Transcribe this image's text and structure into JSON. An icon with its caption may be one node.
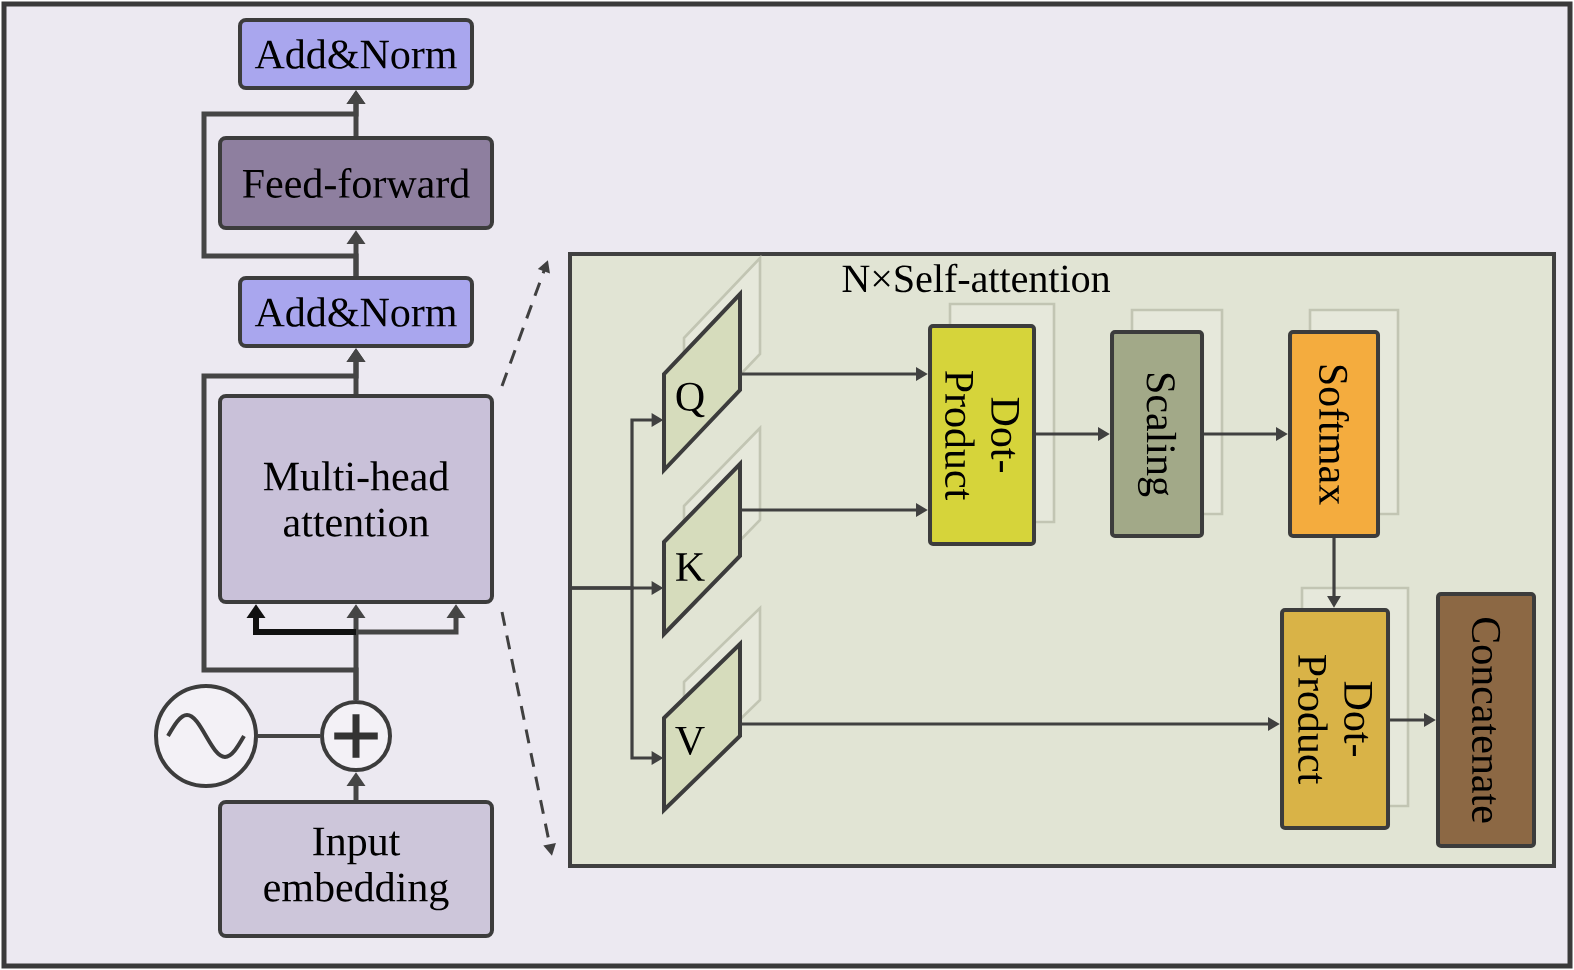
{
  "diagram": {
    "nodes": [
      {
        "text": [
          "Add&Norm"
        ]
      },
      {
        "text": [
          "Feed-forward"
        ]
      },
      {
        "text": [
          "Add&Norm"
        ]
      },
      {
        "text": [
          "Multi-head attention"
        ]
      },
      {
        "text": [],
        "shape": "circle"
      },
      {
        "text": [],
        "shape": "circle"
      },
      {
        "text": [
          "Input embedding"
        ]
      },
      {
        "text": [
          "N×Self-attention"
        ]
      },
      {
        "text": [
          "Q"
        ],
        "in": 7
      },
      {
        "text": [
          "K"
        ],
        "in": 7
      },
      {
        "text": [
          "V"
        ],
        "in": 7
      },
      {
        "text": [
          "Dot- Product"
        ],
        "in": 7
      },
      {
        "text": [
          "Scaling"
        ],
        "in": 7
      },
      {
        "text": [
          "Softmax"
        ],
        "in": 7
      },
      {
        "text": [
          "Dot- Product"
        ],
        "in": 7
      },
      {
        "text": [
          "Concatenate"
        ],
        "in": 7
      }
    ],
    "edges": [
      {
        "from": 6,
        "to": 5,
        "arrow": "to"
      },
      {
        "from": 4,
        "to": 5,
        "arrow": "none"
      },
      {
        "from": 5,
        "to": 3,
        "arrow": "to"
      },
      {
        "from": 5,
        "to": 2,
        "arrow": "to"
      },
      {
        "from": 3,
        "to": 2,
        "arrow": "to"
      },
      {
        "from": 2,
        "to": 1,
        "arrow": "to"
      },
      {
        "from": 2,
        "to": 0,
        "arrow": "to"
      },
      {
        "from": 1,
        "to": 0,
        "arrow": "to"
      },
      {
        "from": 3,
        "to": 7,
        "arrow": "to",
        "style": "dashed"
      },
      {
        "from": 3,
        "to": 7,
        "arrow": "to",
        "style": "dashed"
      },
      {
        "from": null,
        "to": 8,
        "arrow": "to"
      },
      {
        "from": null,
        "to": 9,
        "arrow": "to"
      },
      {
        "from": null,
        "to": 10,
        "arrow": "to"
      },
      {
        "from": 8,
        "to": 11,
        "arrow": "to"
      },
      {
        "from": 9,
        "to": 11,
        "arrow": "to"
      },
      {
        "from": 11,
        "to": 12,
        "arrow": "to"
      },
      {
        "from": 12,
        "to": 13,
        "arrow": "to"
      },
      {
        "from": 13,
        "to": 14,
        "arrow": "to"
      },
      {
        "from": 10,
        "to": 14,
        "arrow": "to"
      },
      {
        "from": 14,
        "to": 15,
        "arrow": "to"
      }
    ]
  }
}
